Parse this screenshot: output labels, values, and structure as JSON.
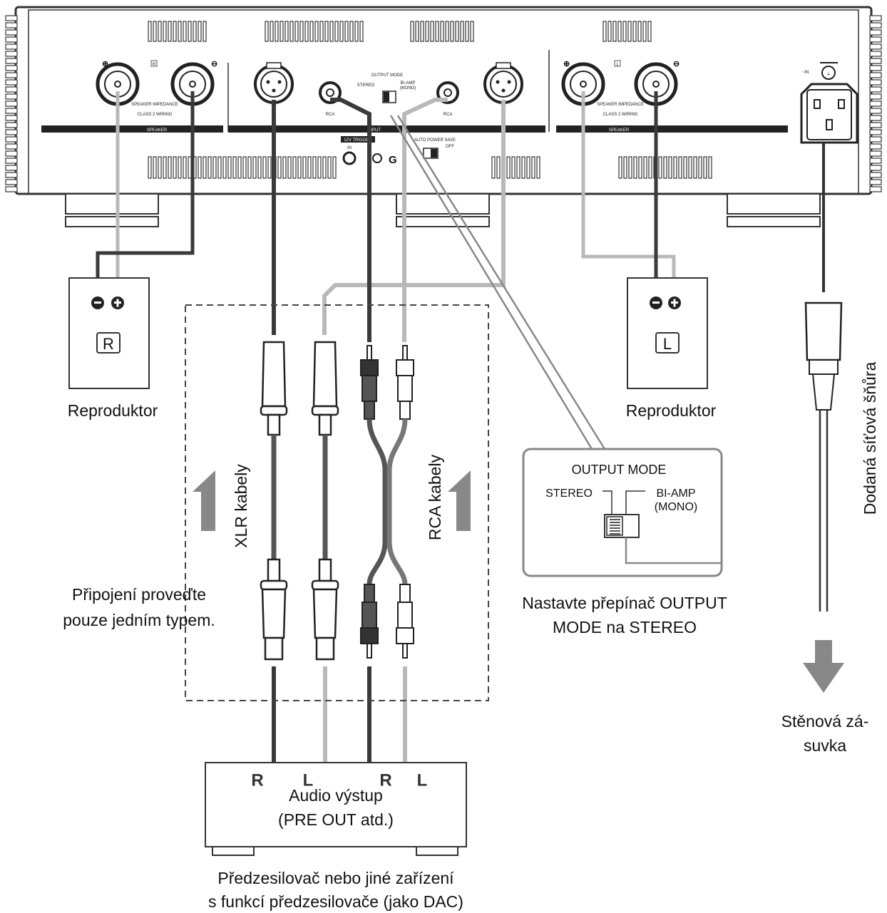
{
  "amplifier": {
    "speaker_r_channel": "R",
    "speaker_l_channel": "L",
    "speaker_label": "SPEAKER",
    "speaker_impedance_note": "SPEAKER IMPEDANCE",
    "speaker_class_note": "CLASS 2 WIRING",
    "rca_label": "RCA",
    "output_mode_label": "OUTPUT MODE",
    "stereo_label": "STEREO",
    "biamp_label": "BI-AMP",
    "mono_label": "(MONO)",
    "input_label": "INPUT",
    "trigger_label": "12V TRIGGER",
    "trigger_in": "IN",
    "auto_power_save": "AUTO POWER SAVE",
    "off_label": "OFF",
    "ac_in": "~IN"
  },
  "speakers": {
    "right": {
      "letter": "R",
      "caption": "Reproduktor"
    },
    "left": {
      "letter": "L",
      "caption": "Reproduktor"
    }
  },
  "cables": {
    "xlr_label": "XLR kabely",
    "rca_label": "RCA kabely",
    "one_type_note_line1": "Připojení proveďte",
    "one_type_note_line2": "pouze jedním typem."
  },
  "output_mode_callout": {
    "title": "OUTPUT MODE",
    "stereo": "STEREO",
    "biamp": "BI-AMP",
    "mono": "(MONO)",
    "instruction_line1": "Nastavte přepínač OUTPUT",
    "instruction_line2": "MODE na STEREO"
  },
  "power": {
    "cord_label": "Dodaná síťová šňůra",
    "outlet_line1": "Stěnová zá-",
    "outlet_line2": "suvka"
  },
  "source_device": {
    "channel_labels": [
      "R",
      "L",
      "R",
      "L"
    ],
    "title_line1": "Audio výstup",
    "title_line2": "(PRE OUT atd.)",
    "caption_line1": "Předzesilovač nebo jiné zařízení",
    "caption_line2": "s funkcí předzesilovače (jako DAC)"
  },
  "colors": {
    "outline": "#333333",
    "dark_cable": "#3a3a3a",
    "light_cable": "#b9b9b9",
    "arrow_gray": "#888888"
  }
}
